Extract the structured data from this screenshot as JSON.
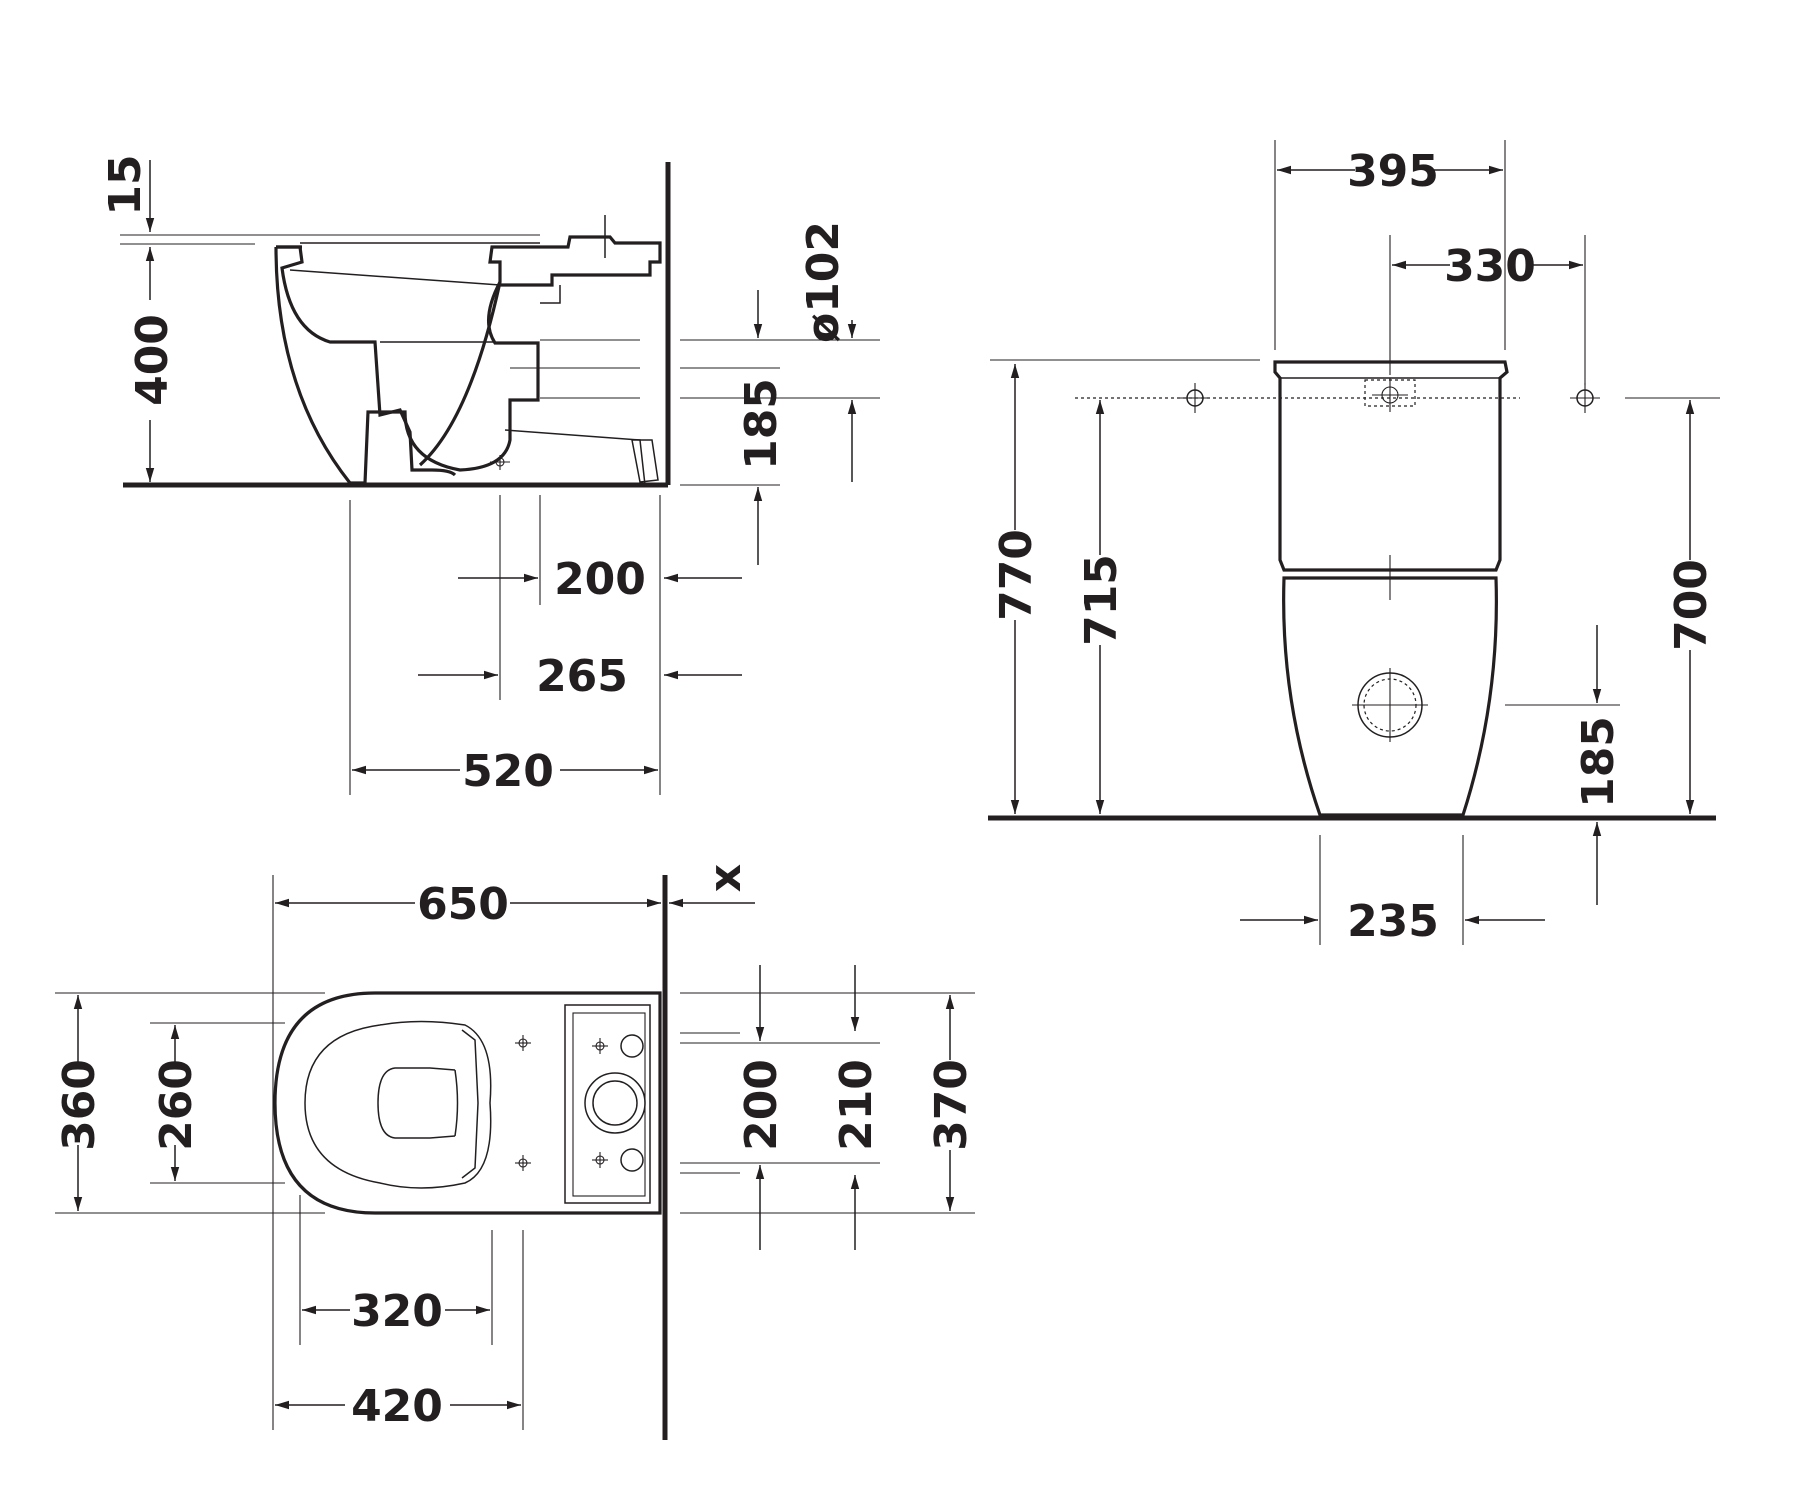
{
  "side_view": {
    "dims": {
      "d15": "15",
      "d400": "400",
      "d102": "ø102",
      "d185": "185",
      "d200": "200",
      "d265": "265",
      "d520": "520"
    }
  },
  "front_view": {
    "dims": {
      "d395": "395",
      "d330": "330",
      "d770": "770",
      "d715": "715",
      "d700": "700",
      "d185": "185",
      "d235": "235"
    }
  },
  "top_view": {
    "dims": {
      "d650": "650",
      "dx": "x",
      "d360": "360",
      "d260": "260",
      "d200": "200",
      "d210": "210",
      "d370": "370",
      "d320": "320",
      "d420": "420"
    }
  }
}
